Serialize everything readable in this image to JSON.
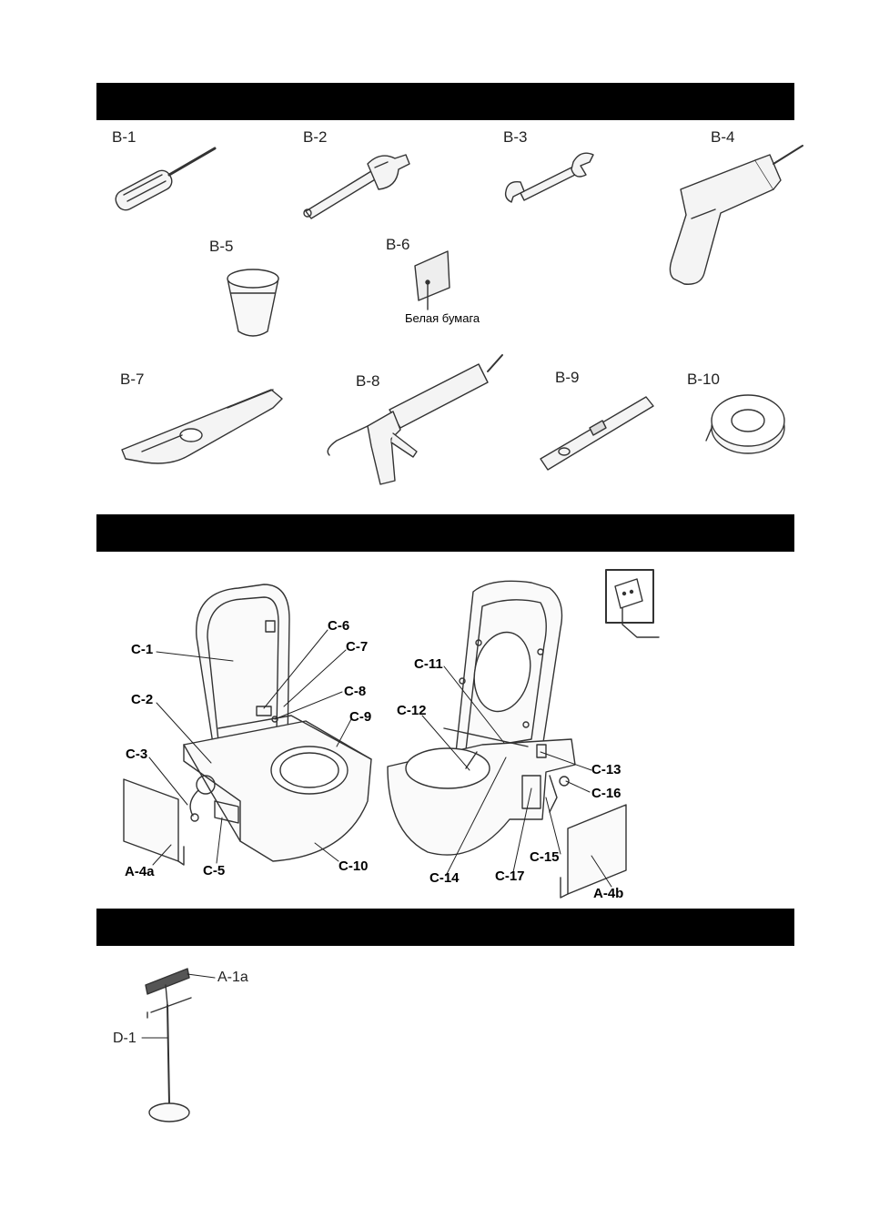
{
  "tools": {
    "b1": "B-1",
    "b2": "B-2",
    "b3": "B-3",
    "b4": "B-4",
    "b5": "B-5",
    "b6": "B-6",
    "b6_caption": "Белая бумага",
    "b7": "B-7",
    "b8": "B-8",
    "b9": "B-9",
    "b10": "B-10"
  },
  "parts": {
    "c1": "C-1",
    "c2": "C-2",
    "c3": "C-3",
    "a4a": "A-4a",
    "c5": "C-5",
    "c6": "C-6",
    "c7": "C-7",
    "c8": "C-8",
    "c9": "C-9",
    "c10": "C-10",
    "c11": "C-11",
    "c12": "C-12",
    "c13": "C-13",
    "c14": "C-14",
    "c15": "C-15",
    "c16": "C-16",
    "c17": "C-17",
    "a4b": "A-4b"
  },
  "accessories": {
    "a1a": "A-1a",
    "d1": "D-1"
  }
}
